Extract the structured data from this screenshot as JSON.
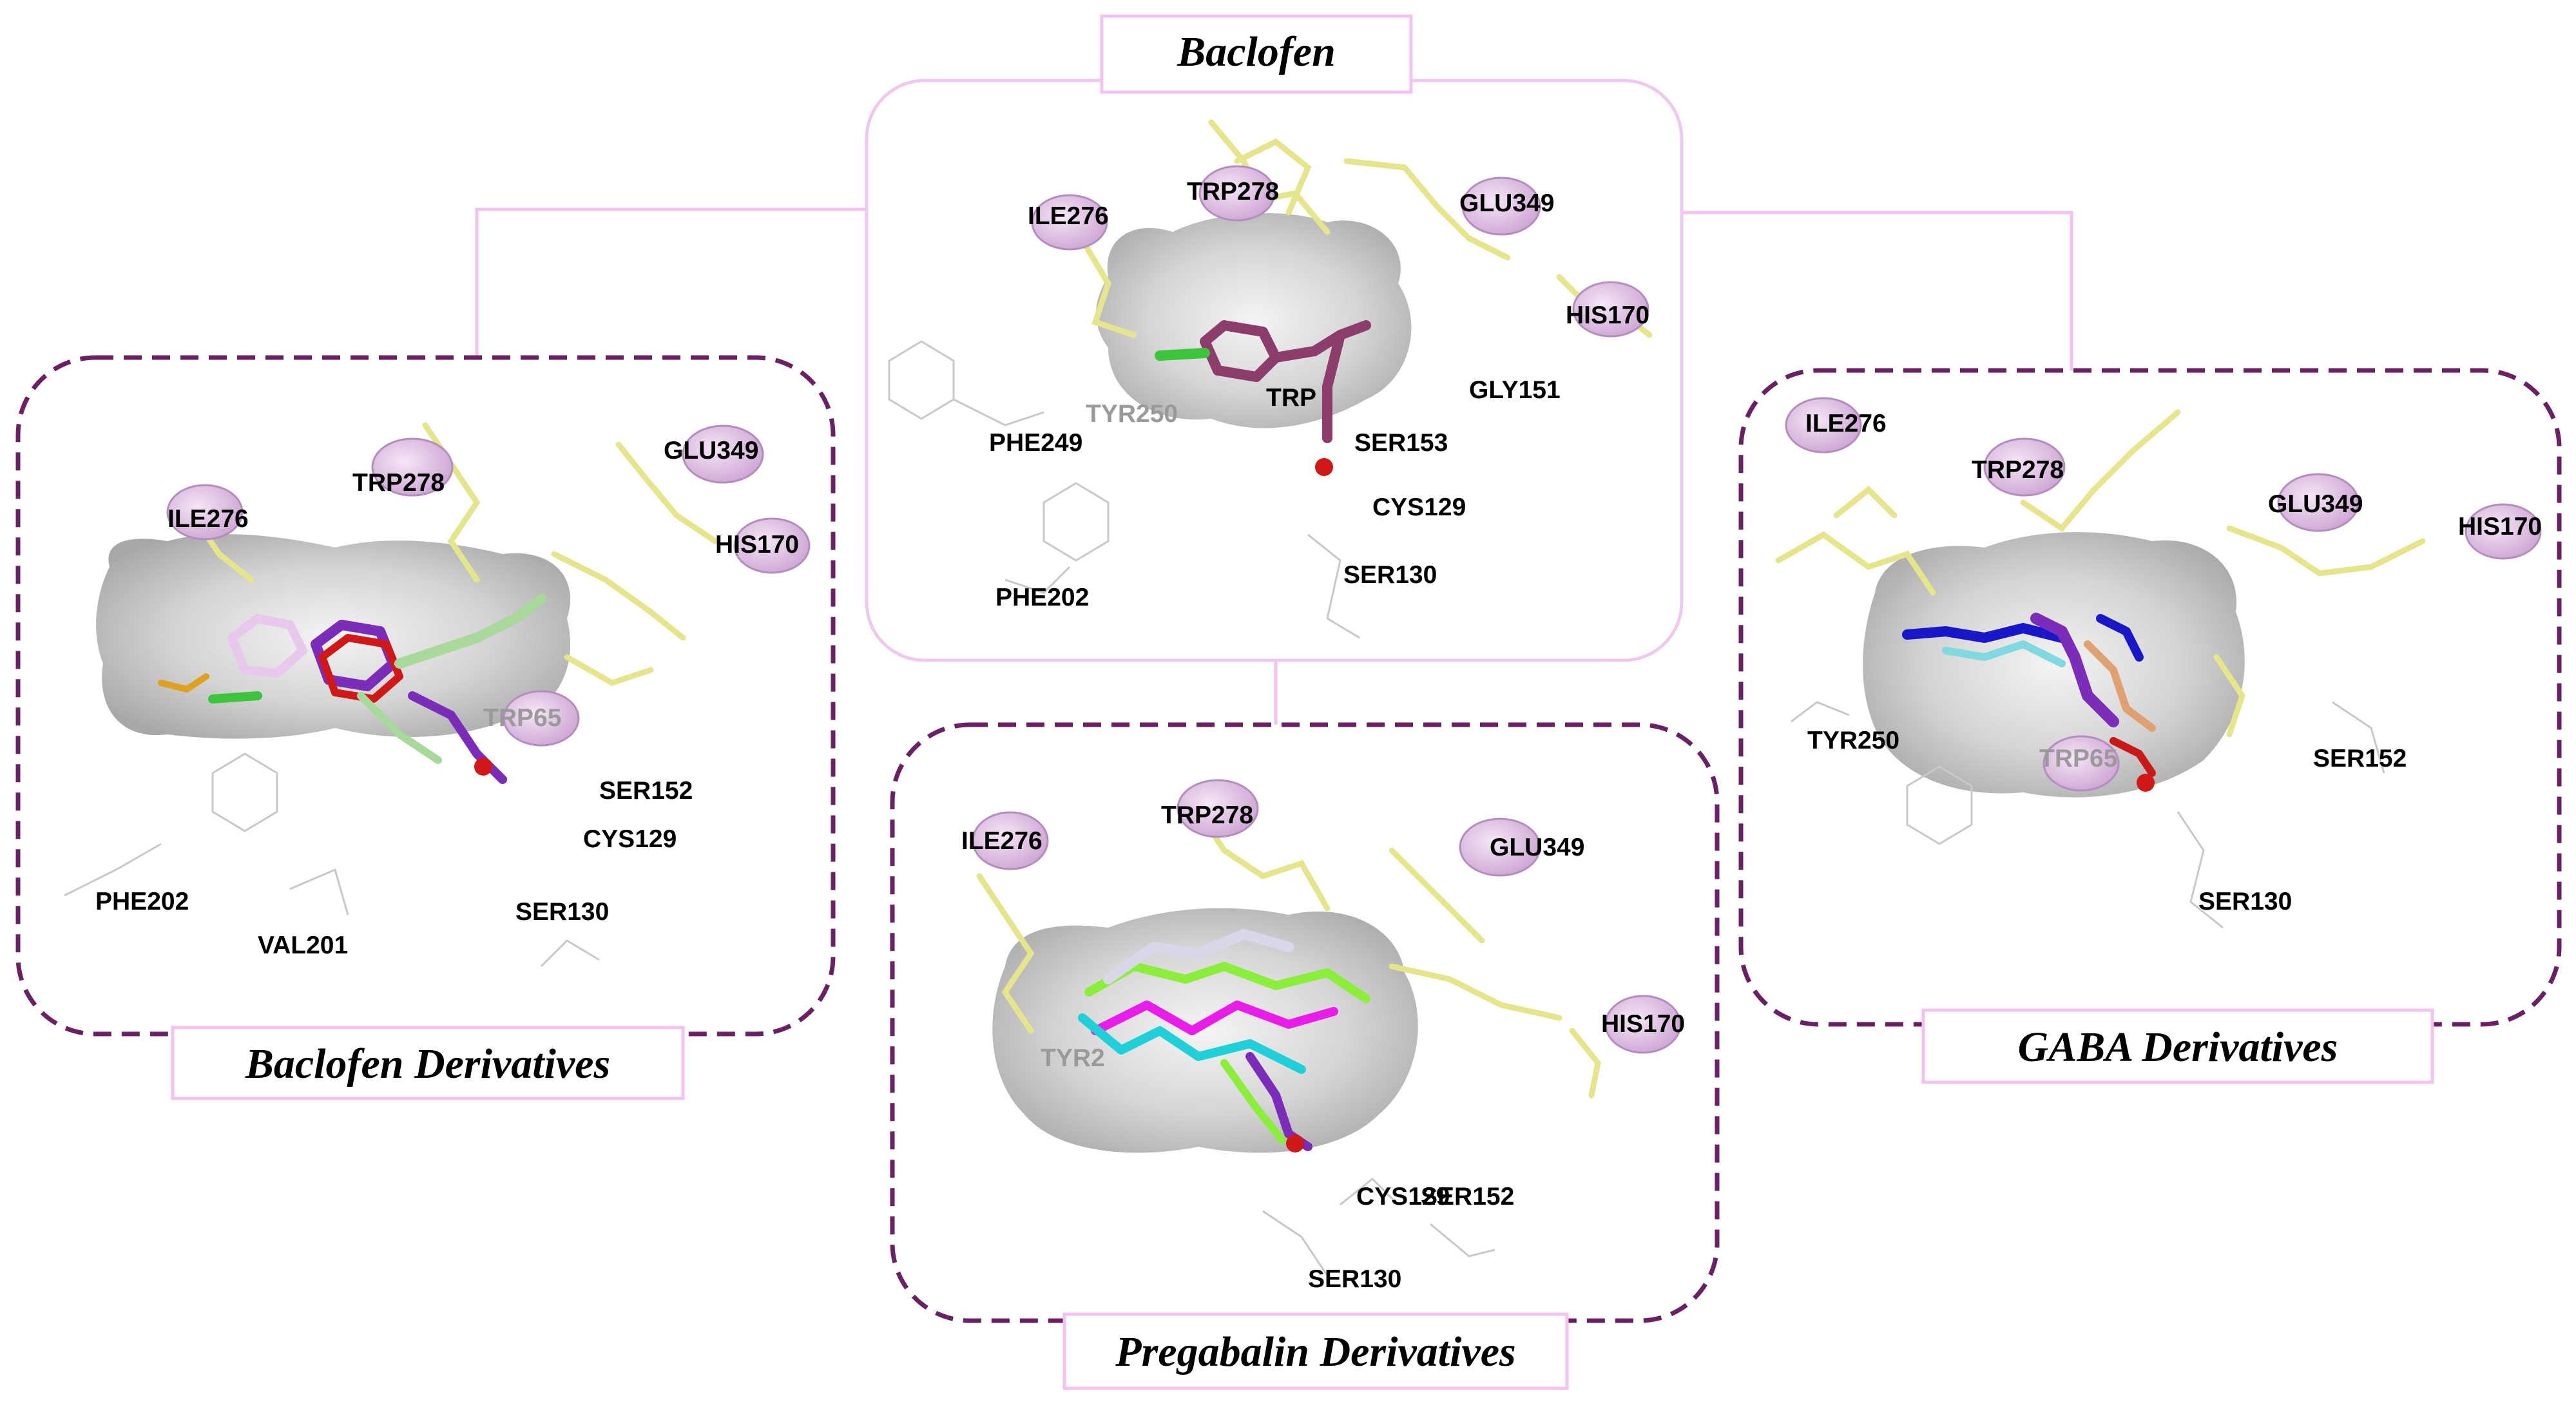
{
  "colors": {
    "connector": "#f3c2ef",
    "title_box_border": "#f3c2ef",
    "dashed_border": "#6b1f64",
    "pink_border": "#f0c8ef",
    "residue_highlight": "#e2bde6",
    "surface": "#a9a9a9",
    "residue_stick": "#e6e58b"
  },
  "panels": {
    "baclofen": {
      "title": "Baclofen",
      "residues": [
        "ILE276",
        "TRP278",
        "GLU349",
        "HIS170",
        "GLY151",
        "TYR250",
        "TRP",
        "PHE249",
        "SER153",
        "CYS129",
        "SER130",
        "PHE202"
      ]
    },
    "baclofen_derivatives": {
      "title": "Baclofen Derivatives",
      "residues": [
        "GLU349",
        "TRP278",
        "ILE276",
        "HIS170",
        "TRP65",
        "SER152",
        "CYS129",
        "PHE202",
        "SER130",
        "VAL201"
      ]
    },
    "pregabalin_derivatives": {
      "title": "Pregabalin Derivatives",
      "residues": [
        "TRP278",
        "ILE276",
        "GLU349",
        "HIS170",
        "TYR2",
        "CYS129",
        "SER152",
        "SER130"
      ]
    },
    "gaba_derivatives": {
      "title": "GABA Derivatives",
      "residues": [
        "ILE276",
        "TRP278",
        "GLU349",
        "HIS170",
        "TYR250",
        "TRP65",
        "SER152",
        "SER130"
      ]
    }
  }
}
